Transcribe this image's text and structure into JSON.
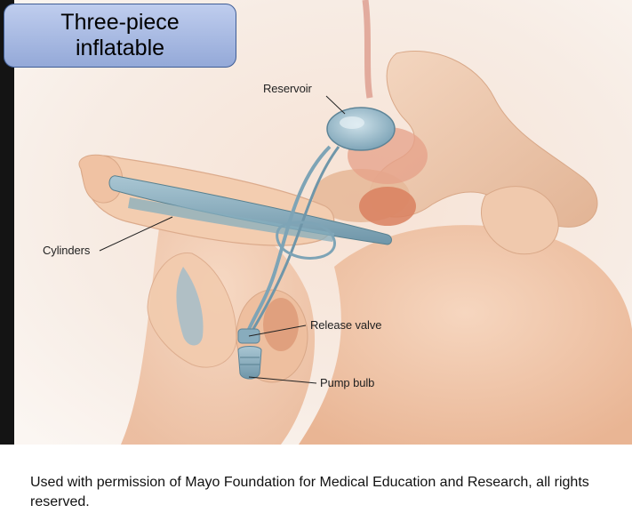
{
  "title": "Three-piece inflatable",
  "labels": {
    "reservoir": "Reservoir",
    "cylinders": "Cylinders",
    "release_valve": "Release valve",
    "pump_bulb": "Pump bulb"
  },
  "caption": "Used with permission of Mayo Foundation for Medical Education and Research, all rights reserved.",
  "colors": {
    "frame": "#141414",
    "skin": "#f3cdb0",
    "device": "#7ea4b6",
    "title_box": "#a9bbe3"
  }
}
